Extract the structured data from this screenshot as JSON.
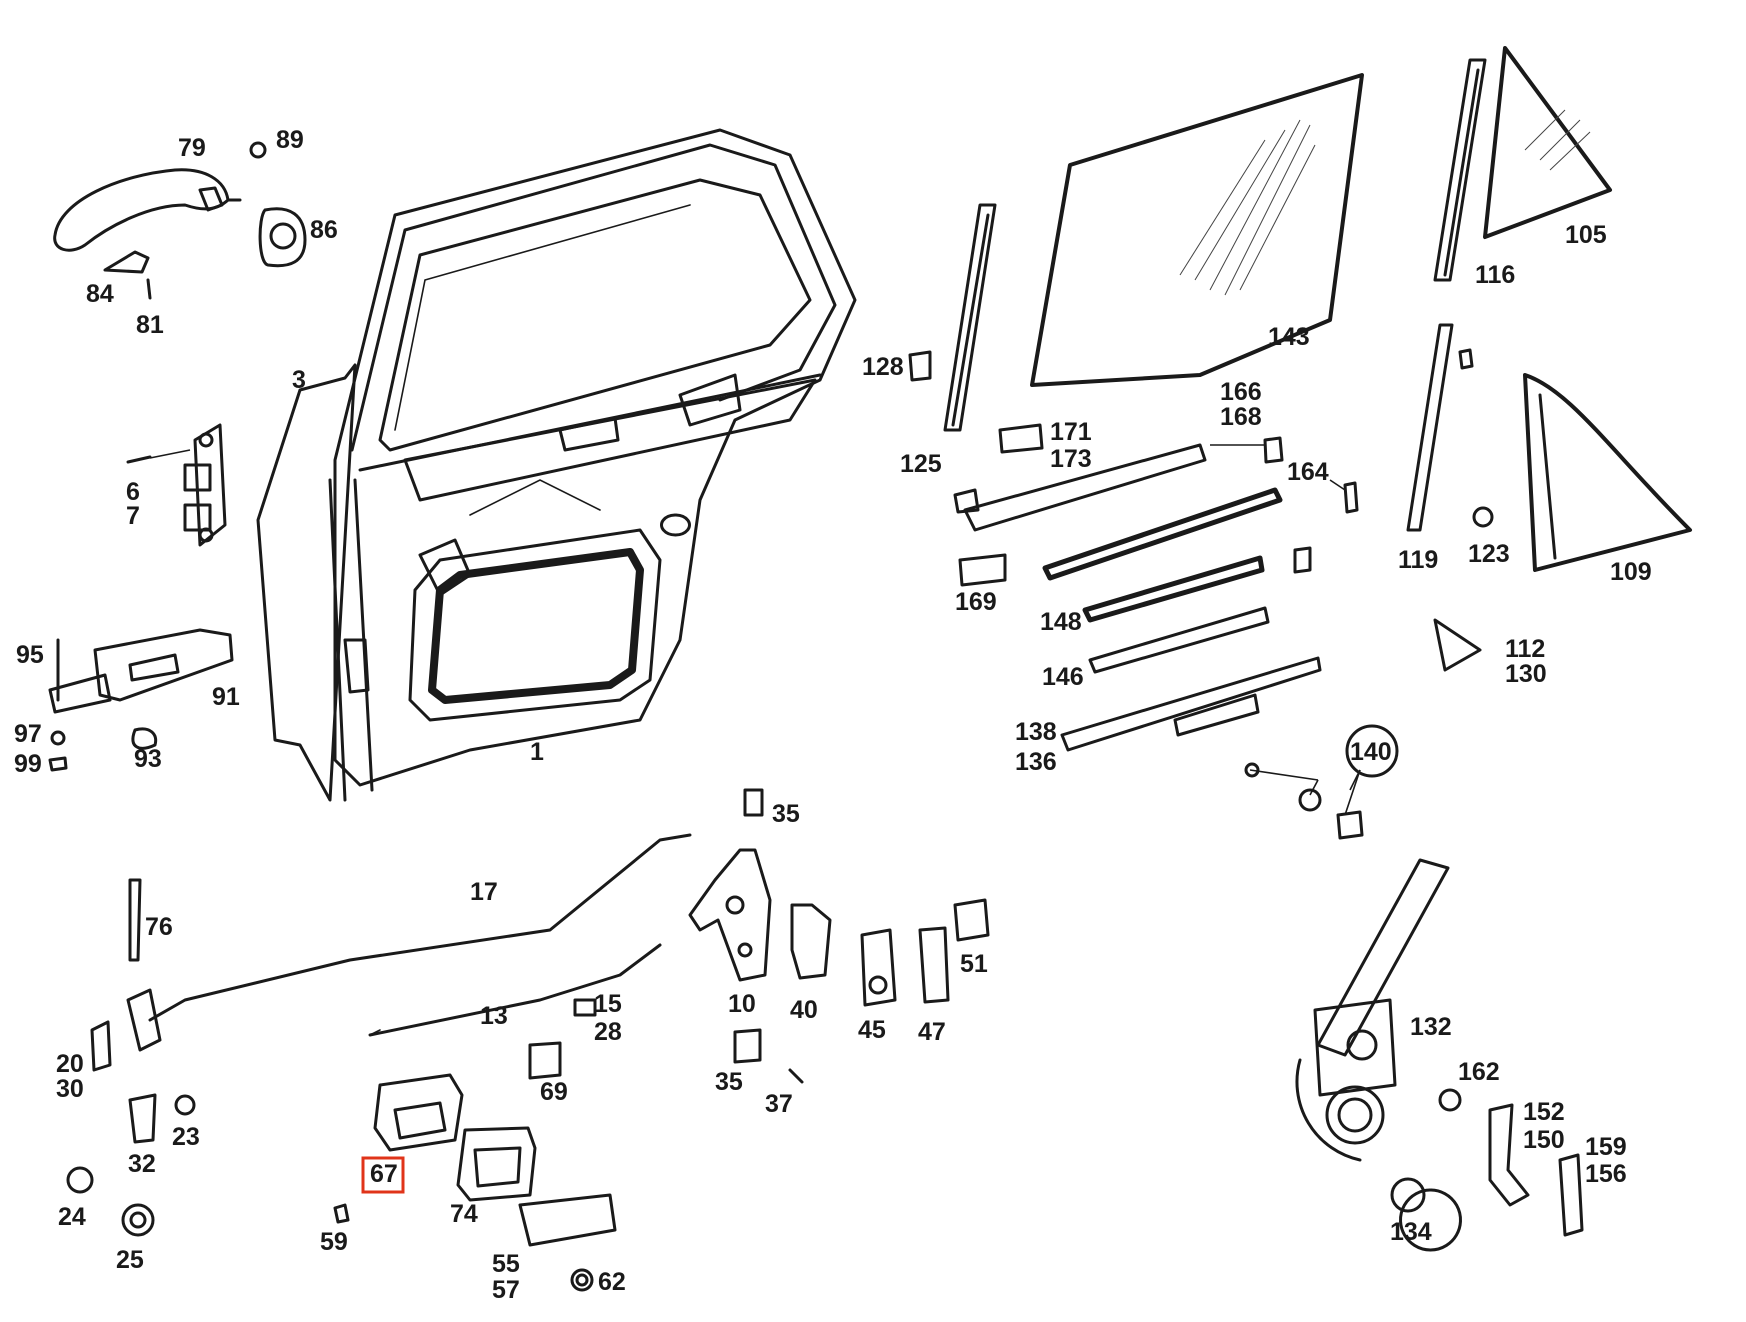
{
  "diagram": {
    "highlight_color": "#e0341a",
    "highlighted_part": "67",
    "labels": [
      "1",
      "3",
      "6",
      "7",
      "10",
      "13",
      "15",
      "17",
      "20",
      "23",
      "24",
      "25",
      "28",
      "30",
      "32",
      "35",
      "35",
      "37",
      "40",
      "45",
      "47",
      "51",
      "55",
      "57",
      "59",
      "62",
      "67",
      "69",
      "74",
      "76",
      "79",
      "81",
      "84",
      "86",
      "89",
      "91",
      "93",
      "95",
      "97",
      "99",
      "105",
      "109",
      "112",
      "116",
      "119",
      "123",
      "125",
      "128",
      "130",
      "132",
      "134",
      "136",
      "138",
      "140",
      "143",
      "146",
      "148",
      "150",
      "152",
      "156",
      "159",
      "162",
      "164",
      "166",
      "168",
      "169",
      "171",
      "173"
    ]
  }
}
